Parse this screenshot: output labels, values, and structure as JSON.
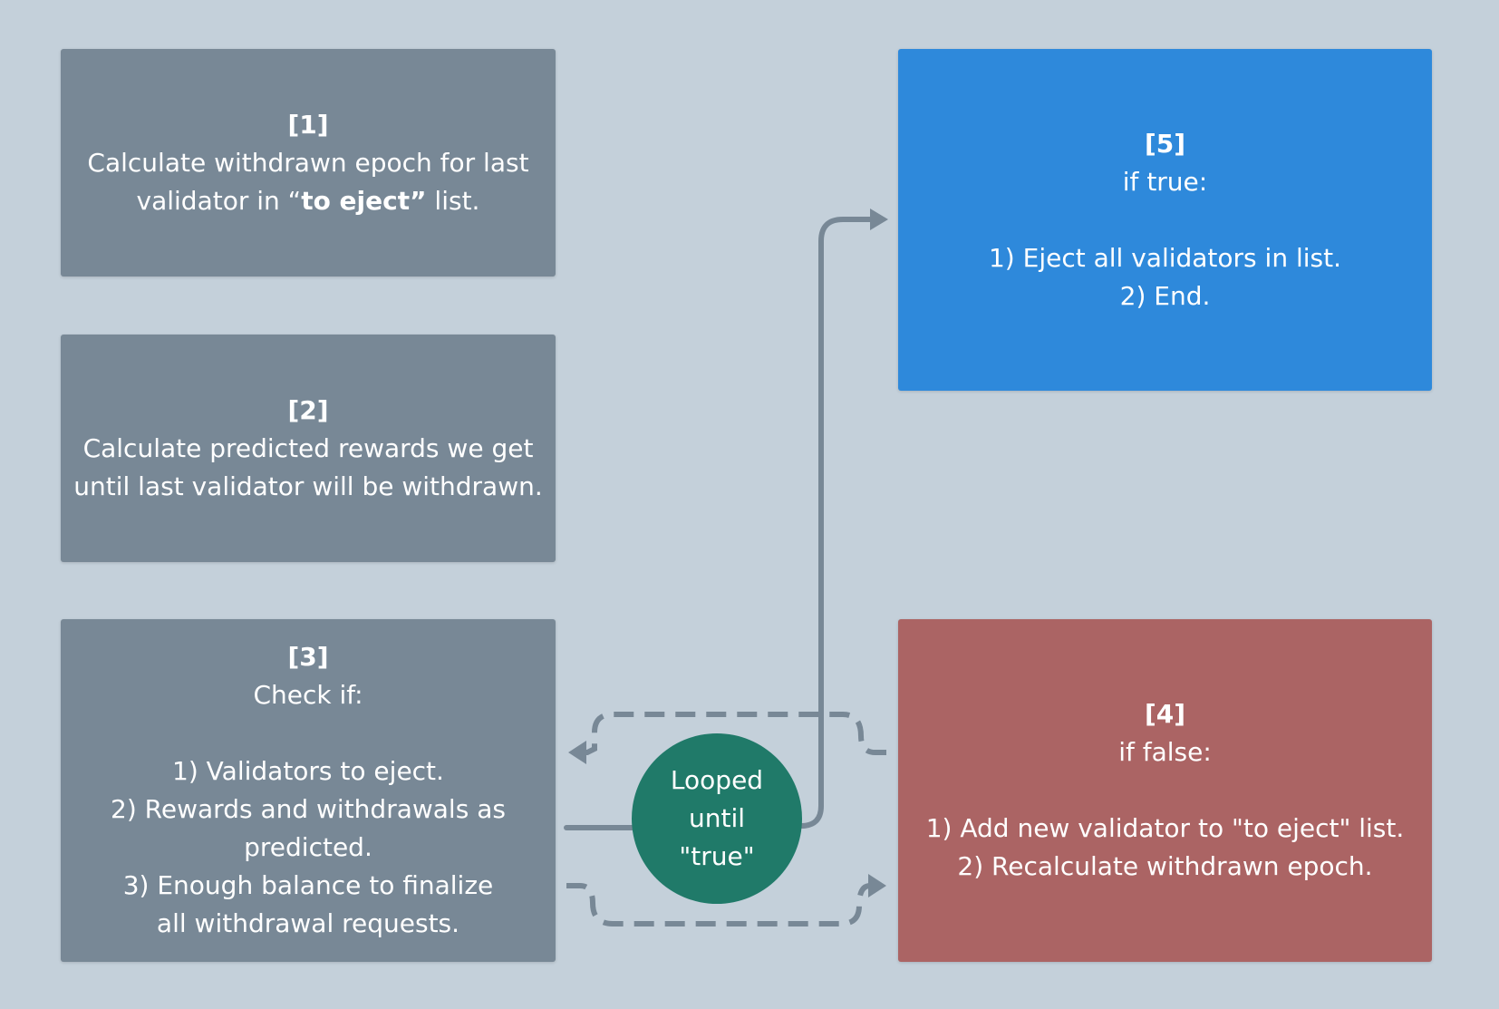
{
  "colors": {
    "background": "#c4d0da",
    "gray_box": "#788896",
    "blue_box": "#2e89db",
    "red_box": "#ab6464",
    "circle": "#207a69",
    "connector": "#788896"
  },
  "box1": {
    "number": "[1]",
    "line1": "Calculate withdrawn epoch for last",
    "line2_pre": "validator in “",
    "line2_bold": "to eject”",
    "line2_post": " list."
  },
  "box2": {
    "number": "[2]",
    "line1": "Calculate predicted rewards we get",
    "line2": "until last validator will be withdrawn."
  },
  "box3": {
    "number": "[3]",
    "heading": "Check if:",
    "item1": "1) Validators to eject.",
    "item2": "2) Rewards and withdrawals as predicted.",
    "item3": "3) Enough balance to finalize all withdrawal requests."
  },
  "box4": {
    "number": "[4]",
    "heading": "if false:",
    "item1": "1) Add new validator to \"to eject\" list.",
    "item2": "2) Recalculate withdrawn epoch."
  },
  "box5": {
    "number": "[5]",
    "heading": "if true:",
    "item1": "1) Eject all validators in list.",
    "item2": "2) End."
  },
  "loop": {
    "line1": "Looped",
    "line2": "until",
    "line3": "\"true\""
  }
}
